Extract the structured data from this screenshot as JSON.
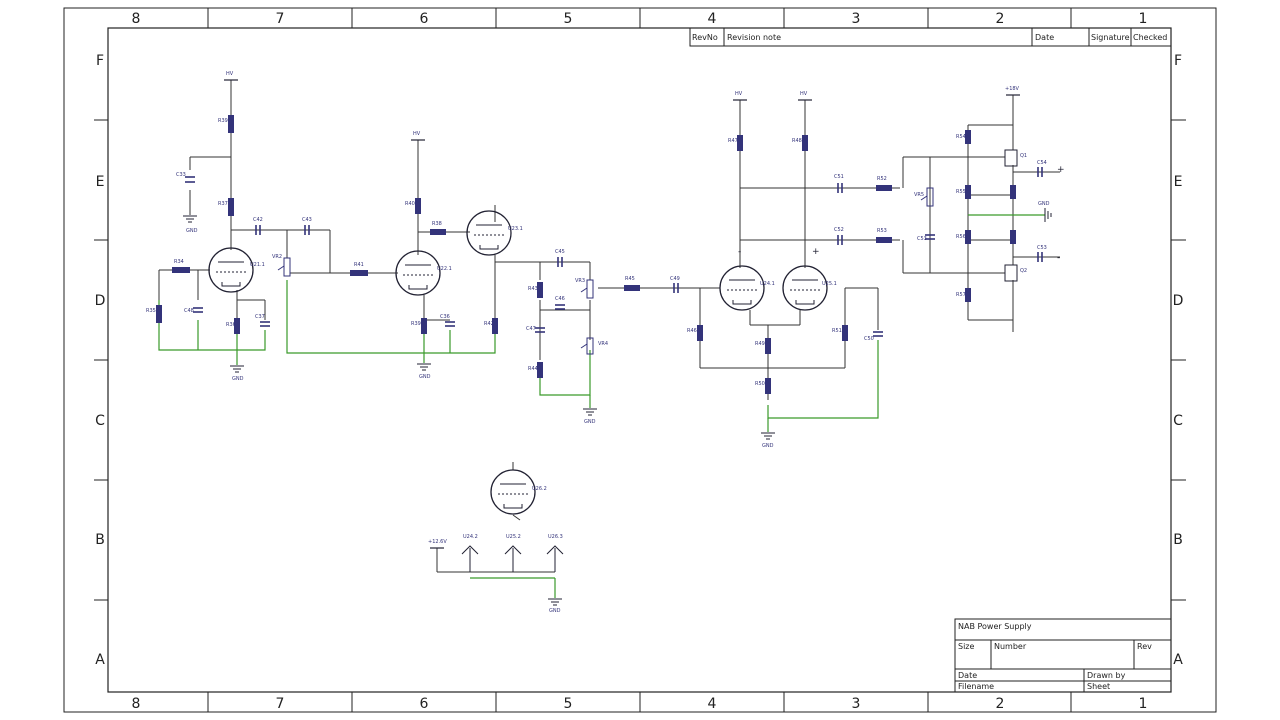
{
  "frame": {
    "columns": [
      "8",
      "7",
      "6",
      "5",
      "4",
      "3",
      "2",
      "1"
    ],
    "rows": [
      "F",
      "E",
      "D",
      "C",
      "B",
      "A"
    ]
  },
  "revision_block": {
    "revno": "RevNo",
    "note": "Revision note",
    "date": "Date",
    "signature": "Signature",
    "checked": "Checked"
  },
  "title_block": {
    "title": "NAB Power Supply",
    "size": "Size",
    "number": "Number",
    "rev": "Rev",
    "date": "Date",
    "drawn_by": "Drawn by",
    "filename": "Filename",
    "sheet": "Sheet"
  },
  "nets": {
    "hv": "HV",
    "gnd": "GND",
    "plus18v": "+18V",
    "plus12v": "+12.6V"
  },
  "parts": {
    "r39": "R39",
    "r37": "R37",
    "r34": "R34",
    "r35": "R35",
    "r36": "R36",
    "r38": "R38",
    "r39b": "R39",
    "r40": "R40",
    "r41": "R41",
    "r42": "R42",
    "r43": "R43",
    "r44": "R44",
    "r45": "R45",
    "r46": "R46",
    "r47": "R47",
    "r48": "R48",
    "r49": "R49",
    "r50": "R50",
    "r51": "R51",
    "r52": "R52",
    "r53": "R53",
    "r54": "R54",
    "r55": "R55",
    "r56": "R56",
    "r57": "R57",
    "c33": "C33",
    "c42": "C42",
    "c43": "C43",
    "c36": "C36",
    "c37": "C37",
    "c45": "C45",
    "c46": "C46",
    "c47": "C47",
    "c48": "C48",
    "c49": "C49",
    "c50": "C50",
    "c51": "C51",
    "c52": "C52",
    "c53": "C53",
    "c54": "C54",
    "vr2": "VR2",
    "vr3": "VR3",
    "vr4": "VR4",
    "vr5": "VR5",
    "u21": "U21.1",
    "u22": "U22.1",
    "u23": "U23.1",
    "u24": "U24.1",
    "u25": "U25.1",
    "u26": "U26.2",
    "u24b": "U24.2",
    "u25b": "U25.2",
    "u26b": "U26.3",
    "q1": "Q1",
    "q2": "Q2"
  }
}
